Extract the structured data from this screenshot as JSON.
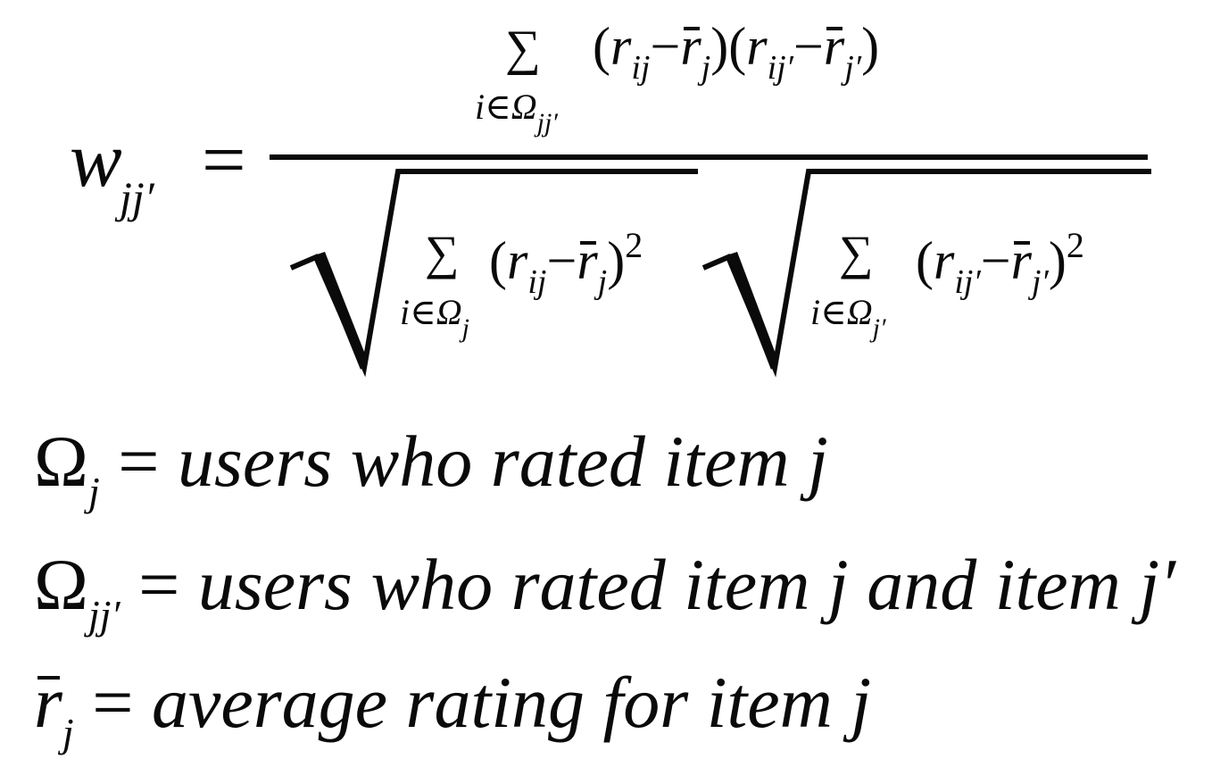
{
  "formula": {
    "lhs": {
      "symbol": "w",
      "subscript": "jj′",
      "equals": "="
    },
    "numerator": {
      "sum_symbol": "∑",
      "sum_under": "i∈Ω",
      "sum_under_sub": "jj′",
      "term": {
        "open": "(",
        "r1": "r",
        "r1_sub": "ij",
        "minus1": "−",
        "rbar1": "r",
        "rbar1_sub": "j",
        "close_open": ")(",
        "r2": "r",
        "r2_sub": "ij′",
        "minus2": "−",
        "rbar2": "r",
        "rbar2_sub": "j′",
        "close": ")"
      }
    },
    "denominator": {
      "left": {
        "sum_symbol": "∑",
        "sum_under": "i∈Ω",
        "sum_under_sub": "j",
        "open": "(",
        "r": "r",
        "r_sub": "ij",
        "minus": "−",
        "rbar": "r",
        "rbar_sub": "j",
        "close": ")",
        "power": "2"
      },
      "right": {
        "sum_symbol": "∑",
        "sum_under": "i∈Ω",
        "sum_under_sub": "j′",
        "open": "(",
        "r": "r",
        "r_sub": "ij′",
        "minus": "−",
        "rbar": "r",
        "rbar_sub": "j′",
        "close": ")",
        "power": "2"
      }
    }
  },
  "definitions": [
    {
      "symbol": "Ω",
      "subscript": "j",
      "equals": "=",
      "text": "users who rated item j"
    },
    {
      "symbol": "Ω",
      "subscript": "jj′",
      "equals": "=",
      "text": "users who rated item j and item j′"
    },
    {
      "symbol": "r",
      "subscript": "j",
      "equals": "=",
      "text": "average rating for item j"
    }
  ]
}
